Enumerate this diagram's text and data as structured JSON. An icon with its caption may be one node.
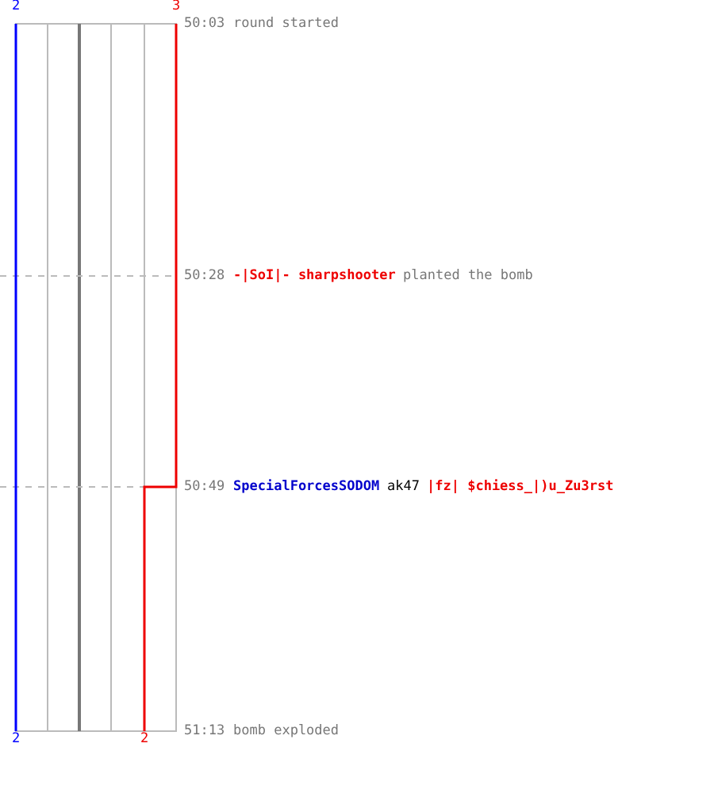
{
  "diagram": {
    "labels": [
      "2",
      "3",
      "50:03",
      "round started",
      "50:28",
      "-|SoI|- sharpshooter",
      "planted the bomb",
      "50:49",
      "SpecialForcesSODOM",
      "ak47",
      "|fz| $chiess_|)u_Zu3rst",
      "51:13",
      "bomb exploded",
      "2",
      "2"
    ]
  }
}
